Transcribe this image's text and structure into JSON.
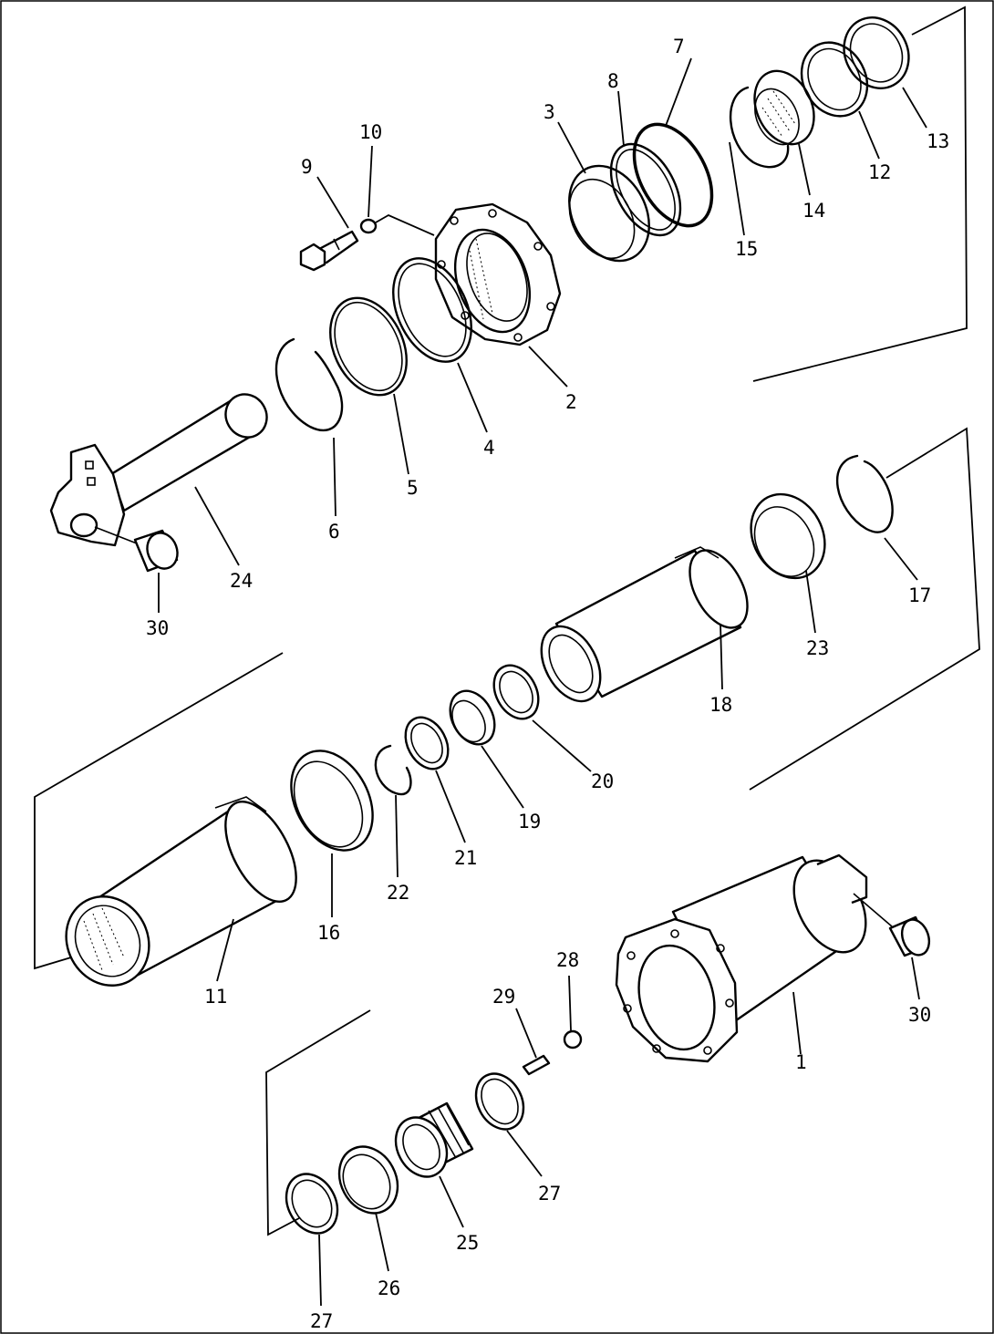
{
  "callouts": {
    "c1": "1",
    "c2": "2",
    "c3": "3",
    "c4": "4",
    "c5": "5",
    "c6": "6",
    "c7": "7",
    "c8": "8",
    "c9": "9",
    "c10": "10",
    "c11": "11",
    "c12": "12",
    "c13": "13",
    "c14": "14",
    "c15": "15",
    "c16": "16",
    "c17": "17",
    "c18": "18",
    "c19": "19",
    "c20": "20",
    "c21": "21",
    "c22": "22",
    "c23": "23",
    "c24": "24",
    "c25": "25",
    "c26": "26",
    "c27a": "27",
    "c27b": "27",
    "c28": "28",
    "c29": "29",
    "c30a": "30",
    "c30b": "30"
  }
}
